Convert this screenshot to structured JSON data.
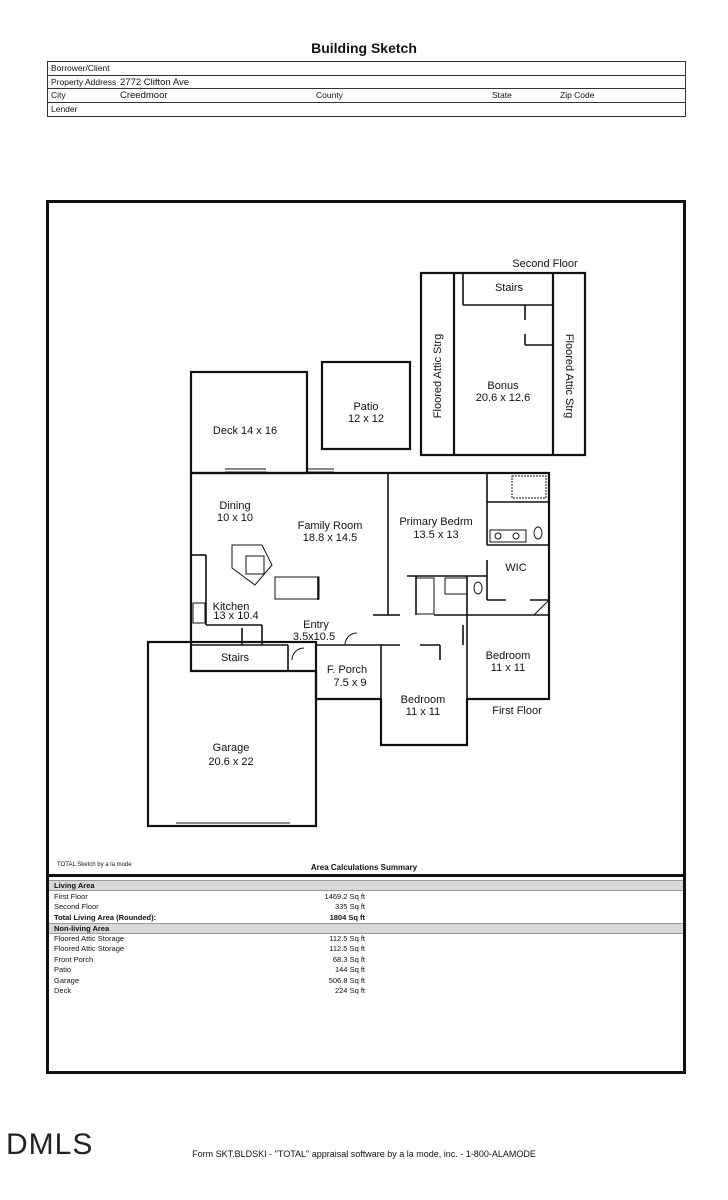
{
  "title": "Building Sketch",
  "info": {
    "borrower_label": "Borrower/Client",
    "borrower_value": "",
    "address_label": "Property Address",
    "address_value": "2772 Clifton Ave",
    "city_label": "City",
    "city_value": "Creedmoor",
    "county_label": "County",
    "state_label": "State",
    "zip_label": "Zip Code",
    "lender_label": "Lender"
  },
  "rooms": {
    "second_floor": "Second Floor",
    "stairs_top": "Stairs",
    "floored_attic_left": "Floored Attic Strg",
    "floored_attic_right": "Floored Attic Strg",
    "bonus_name": "Bonus",
    "bonus_dim": "20.6 x 12.6",
    "patio_name": "Patio",
    "patio_dim": "12 x 12",
    "deck": "Deck 14 x 16",
    "dining_name": "Dining",
    "dining_dim": "10 x 10",
    "family_name": "Family Room",
    "family_dim": "18.8 x 14.5",
    "primary_name": "Primary Bedrm",
    "primary_dim": "13.5 x 13",
    "wic": "WIC",
    "kitchen_name": "Kitchen",
    "kitchen_dim": "13 x 10.4",
    "entry_name": "Entry",
    "entry_dim": "3.5x10.5",
    "stairs_main": "Stairs",
    "bedroom1_name": "Bedroom",
    "bedroom1_dim": "11 x 11",
    "porch_name": "F. Porch",
    "porch_dim": "7.5 x 9",
    "bedroom2_name": "Bedroom",
    "bedroom2_dim": "11 x 11",
    "first_floor": "First Floor",
    "garage_name": "Garage",
    "garage_dim": "20.6 x 22"
  },
  "sketch_note": "TOTAL Sketch by a la mode",
  "summary": {
    "title": "Area Calculations Summary",
    "living_header": "Living Area",
    "living": [
      {
        "label": "First Floor",
        "value": "1469.2 Sq ft"
      },
      {
        "label": "Second Floor",
        "value": "335 Sq ft"
      }
    ],
    "total_label": "Total Living Area (Rounded):",
    "total_value": "1804 Sq ft",
    "nonliving_header": "Non-living Area",
    "nonliving": [
      {
        "label": "Floored Attic Storage",
        "value": "112.5 Sq ft"
      },
      {
        "label": "Floored Attic Storage",
        "value": "112.5 Sq ft"
      },
      {
        "label": "Front Porch",
        "value": "68.3 Sq ft"
      },
      {
        "label": "Patio",
        "value": "144 Sq ft"
      },
      {
        "label": "Garage",
        "value": "506.8 Sq ft"
      },
      {
        "label": "Deck",
        "value": "224 Sq ft"
      }
    ]
  },
  "logo": "DMLS",
  "footer": "Form SKT.BLDSKI - \"TOTAL\" appraisal software by a la mode, inc. - 1-800-ALAMODE"
}
